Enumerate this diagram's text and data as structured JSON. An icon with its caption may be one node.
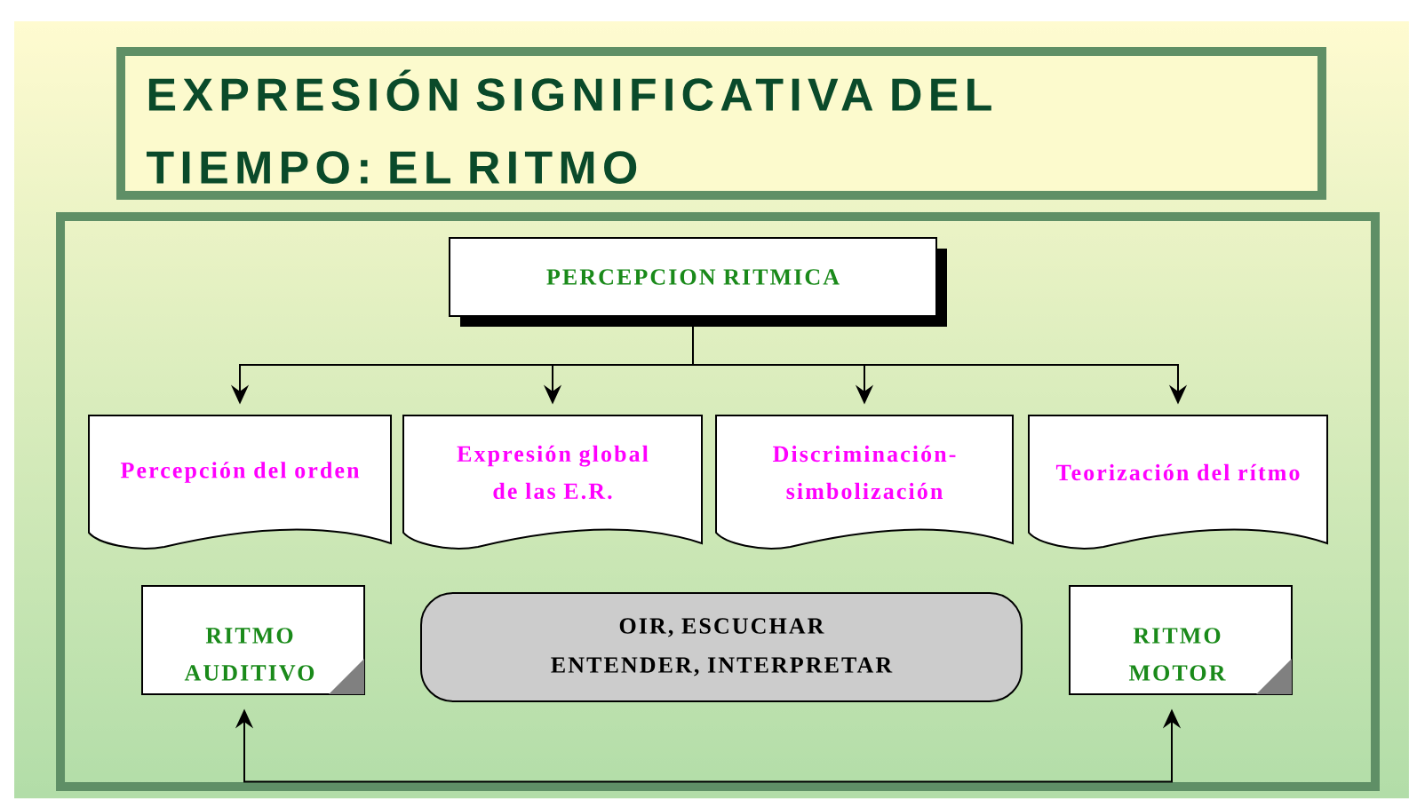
{
  "diagram": {
    "nodes": [
      {
        "text": [
          "EXPRESIÓN SIGNIFICATIVA DEL TIEMPO: EL RITMO"
        ]
      },
      {
        "text": [],
        "shape": "box"
      },
      {
        "text": [
          "PERCEPCION RITMICA"
        ],
        "in": 1
      },
      {
        "text": [
          "Percepción del orden"
        ],
        "in": 1
      },
      {
        "text": [
          "Expresión global de las E.R."
        ],
        "in": 1
      },
      {
        "text": [
          "Discriminación-simbolización"
        ],
        "in": 1
      },
      {
        "text": [
          "Teorización del rítmo"
        ],
        "in": 1
      },
      {
        "text": [
          "RITMO AUDITIVO"
        ],
        "in": 1
      },
      {
        "text": [
          "OIR, ESCUCHAR ENTENDER, INTERPRETAR"
        ],
        "in": 1
      },
      {
        "text": [
          "RITMO MOTOR"
        ],
        "in": 1
      }
    ],
    "edges": [
      {
        "from": 2,
        "to": 3,
        "arrow": "to"
      },
      {
        "from": 2,
        "to": 4,
        "arrow": "to"
      },
      {
        "from": 2,
        "to": 5,
        "arrow": "to"
      },
      {
        "from": 2,
        "to": 6,
        "arrow": "to"
      },
      {
        "from": 7,
        "to": 9,
        "arrow": "both"
      }
    ]
  }
}
